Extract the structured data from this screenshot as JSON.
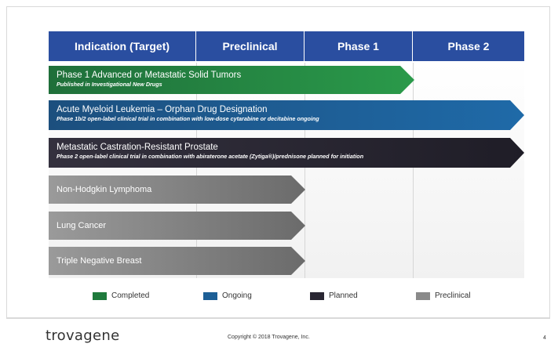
{
  "table": {
    "headers": [
      "Indication (Target)",
      "Preclinical",
      "Phase 1",
      "Phase 2"
    ],
    "rows": [
      {
        "title": "Phase 1 Advanced or Metastatic Solid Tumors",
        "subtitle": "Published in Investigational New Drugs",
        "status": "Completed"
      },
      {
        "title": "Acute Myeloid Leukemia – Orphan Drug Designation",
        "subtitle": "Phase 1b/2 open-label clinical trial in combination with low-dose cytarabine or decitabine ongoing",
        "status": "Ongoing"
      },
      {
        "title": "Metastatic Castration-Resistant Prostate",
        "subtitle": "Phase 2 open-label clinical trial in combination with abiraterone acetate (Zytiga®)/prednisone planned for initiation",
        "status": "Planned"
      },
      {
        "title": "Non-Hodgkin Lymphoma",
        "status": "Preclinical"
      },
      {
        "title": "Lung Cancer",
        "status": "Preclinical"
      },
      {
        "title": "Triple Negative Breast",
        "status": "Preclinical"
      }
    ]
  },
  "legend": [
    {
      "label": "Completed",
      "color": "#1f7a3c"
    },
    {
      "label": "Ongoing",
      "color": "#1d5f96"
    },
    {
      "label": "Planned",
      "color": "#2a2733"
    },
    {
      "label": "Preclinical",
      "color": "#8a8a8a"
    }
  ],
  "footer": {
    "logo": "trovagene",
    "copyright": "Copyright © 2018 Trovagene, Inc.",
    "page": "4"
  }
}
